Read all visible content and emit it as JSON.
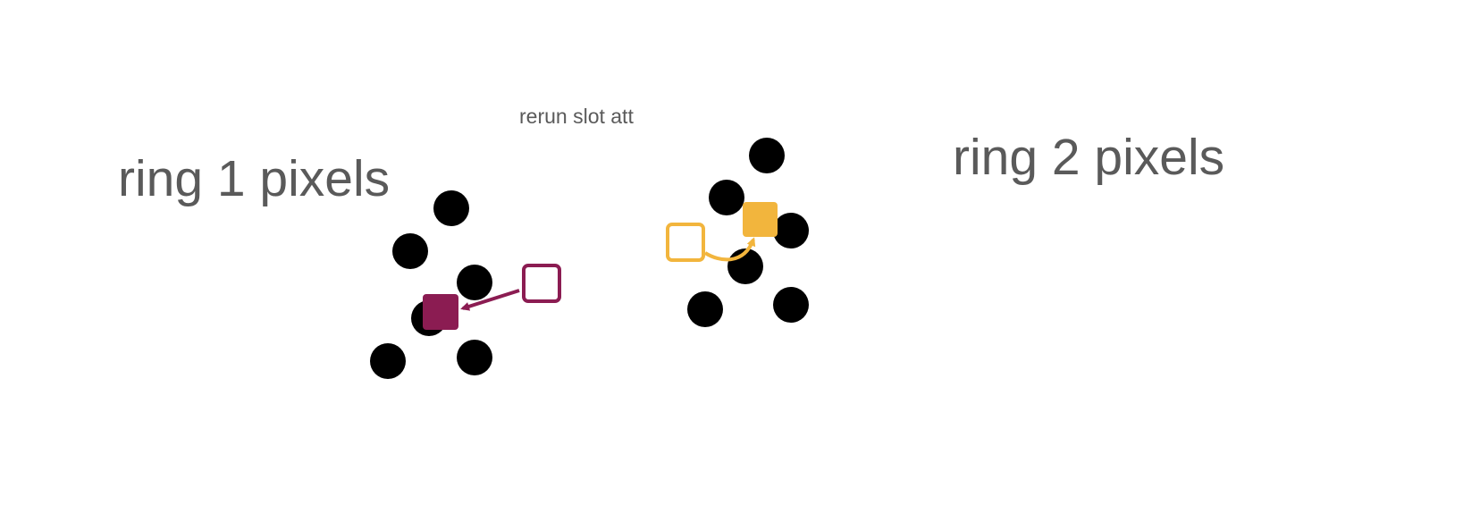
{
  "caption": "rerun slot att",
  "groups": [
    {
      "label": "ring 1 pixels",
      "accent": "#8b1c52"
    },
    {
      "label": "ring 2 pixels",
      "accent": "#f2b53d"
    }
  ],
  "colors": {
    "text": "#5a5a5a",
    "dot": "#000000",
    "background": "#ffffff"
  }
}
